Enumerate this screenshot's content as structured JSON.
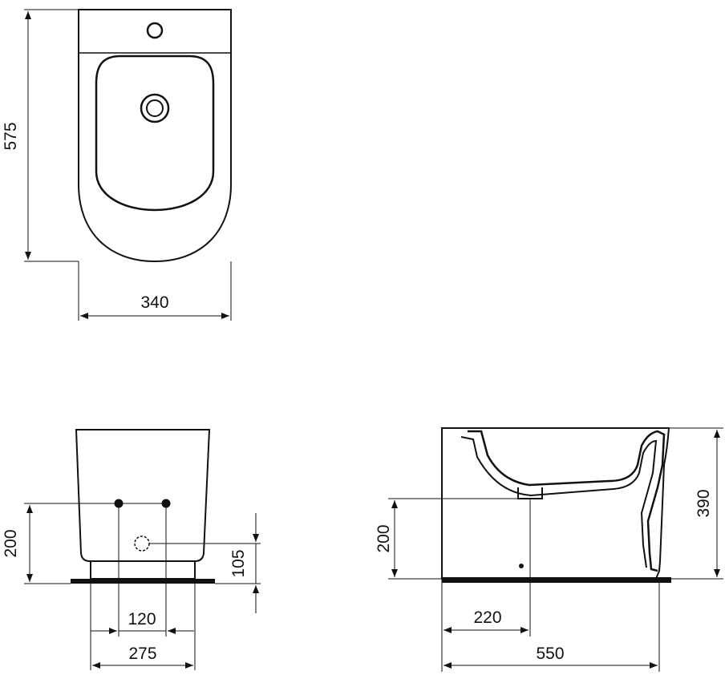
{
  "dimensions": {
    "top_length": "575",
    "top_width": "340",
    "front_height_pipes": "200",
    "front_height_drain": "105",
    "front_pipe_spacing": "120",
    "front_base_width": "275",
    "side_height_pipes": "200",
    "side_total_height": "390",
    "side_pipe_distance": "220",
    "side_total_depth": "550"
  },
  "colors": {
    "line": "#111111",
    "background": "#ffffff"
  }
}
